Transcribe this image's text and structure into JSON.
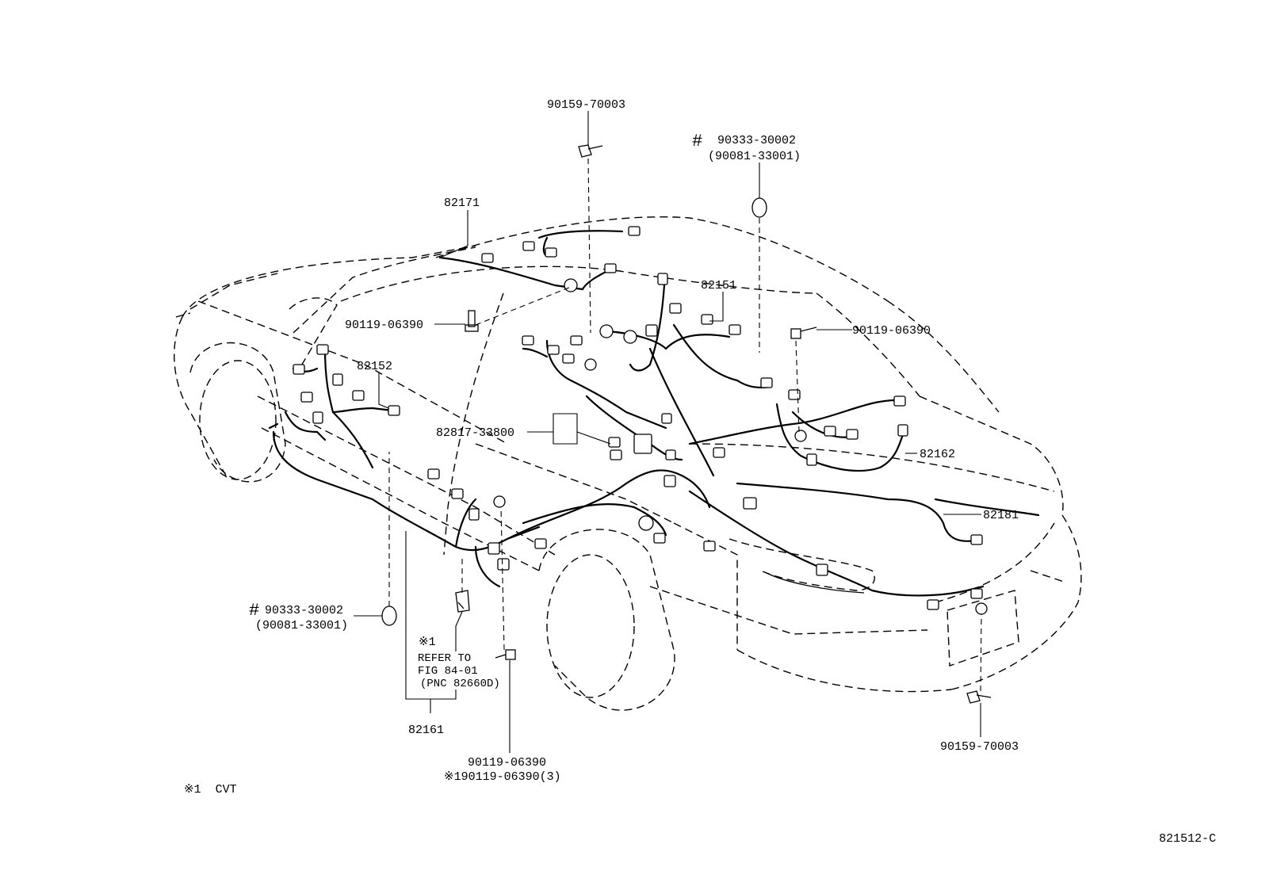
{
  "labels": {
    "clip_top": "90159-70003",
    "harness_roof": "82171",
    "hash_mark_a": "#",
    "grommet_top": "90333-30002",
    "grommet_top_alt": "(90081-33001)",
    "harness_floor_front": "82151",
    "bolt_center": "90119-06390",
    "bolt_right": "90119-06390",
    "harness_cowl": "82152",
    "label_plate": "82817-33800",
    "harness_rear_deck": "82162",
    "harness_rear": "82181",
    "hash_mark_b": "#",
    "grommet_left": "90333-30002",
    "grommet_left_alt": "(90081-33001)",
    "note_ref_mark": "※1",
    "note_ref_line1": "REFER TO",
    "note_ref_line2": "FIG 84-01",
    "note_ref_line3": "(PNC 82660D)",
    "harness_floor": "82161",
    "bolt_bottom": "90119-06390",
    "bolt_bottom_alt": "※190119-06390(3)",
    "clip_rear": "90159-70003",
    "footnote": "※1  CVT",
    "figure_id": "821512-C"
  },
  "icons": {
    "clip": "clip-fastener-icon",
    "bolt": "bolt-icon",
    "grommet": "grommet-icon",
    "relay": "relay-block-icon",
    "connector": "connector-icon"
  }
}
